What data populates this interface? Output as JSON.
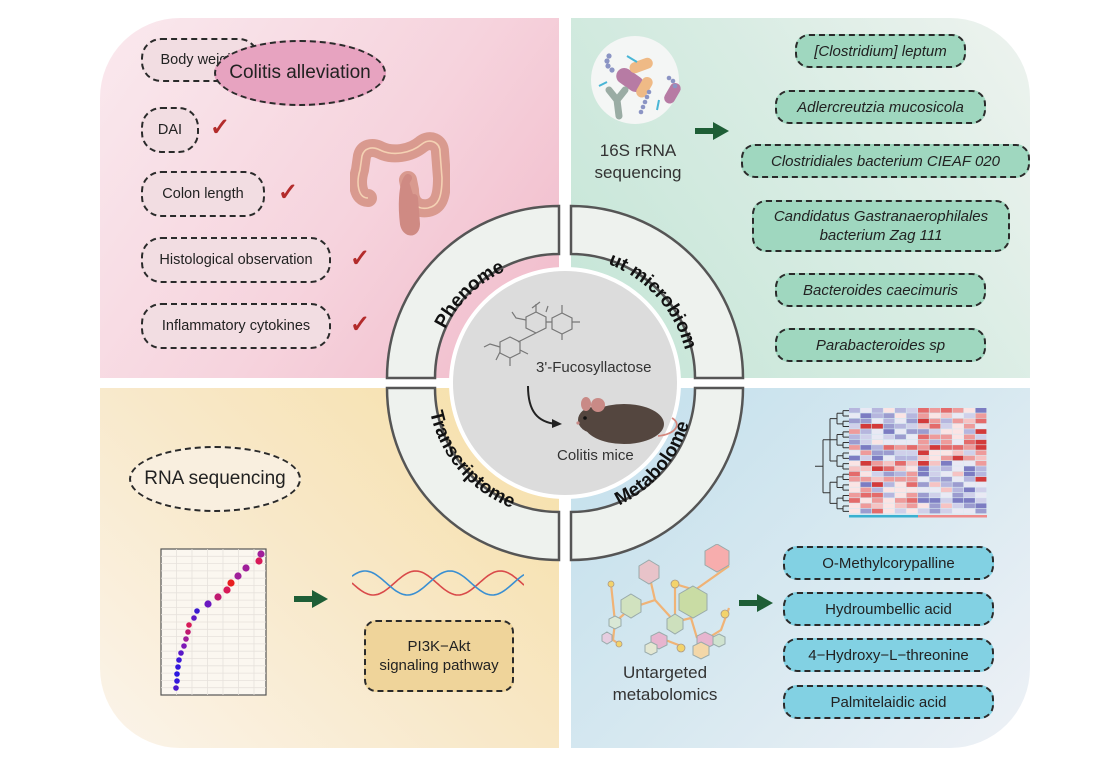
{
  "center": {
    "compound": "3'-Fucosyllactose",
    "model": "Colitis mice",
    "ring_labels": {
      "top_left": "Phenome",
      "top_right": "Gut microbiome",
      "bottom_left": "Transcriptome",
      "bottom_right": "Metabolome"
    }
  },
  "phenome": {
    "outcome": "Colitis alleviation",
    "items": [
      {
        "label": "Body weight",
        "checked": true
      },
      {
        "label": "DAI",
        "checked": true
      },
      {
        "label": "Colon length",
        "checked": true
      },
      {
        "label": "Histological observation",
        "checked": true
      },
      {
        "label": "Inflammatory cytokines",
        "checked": true
      }
    ],
    "check_glyph": "✓",
    "illustration": "colon-icon"
  },
  "microbiome": {
    "method_line1": "16S rRNA",
    "method_line2": "sequencing",
    "taxa": [
      "[Clostridium] leptum",
      "Adlercreutzia mucosicola",
      "Clostridiales bacterium CIEAF 020",
      "Candidatus Gastranaerophilales bacterium Zag 111",
      "Bacteroides caecimuris",
      "Parabacteroides sp"
    ],
    "taxa_split": {
      "line1": "Candidatus Gastranaerophilales",
      "line2": "bacterium Zag 111"
    }
  },
  "transcriptome": {
    "method": "RNA sequencing",
    "pathway_line1": "PI3K−Akt",
    "pathway_line2": "signaling pathway"
  },
  "metabolome": {
    "method_line1": "Untargeted",
    "method_line2": "metabolomics",
    "metabolites": [
      "O-Methylcorypalline",
      "Hydroumbellic acid",
      "4−Hydroxy−L−threonine",
      "Palmitelaidic acid"
    ]
  },
  "colors": {
    "arrow": "#1e5e36",
    "check": "#b32b2b",
    "ring_fill": "#eef2ee",
    "ring_stroke": "#555555",
    "core_fill": "#dddddd",
    "outcome_oval": "#e7a3c0"
  }
}
